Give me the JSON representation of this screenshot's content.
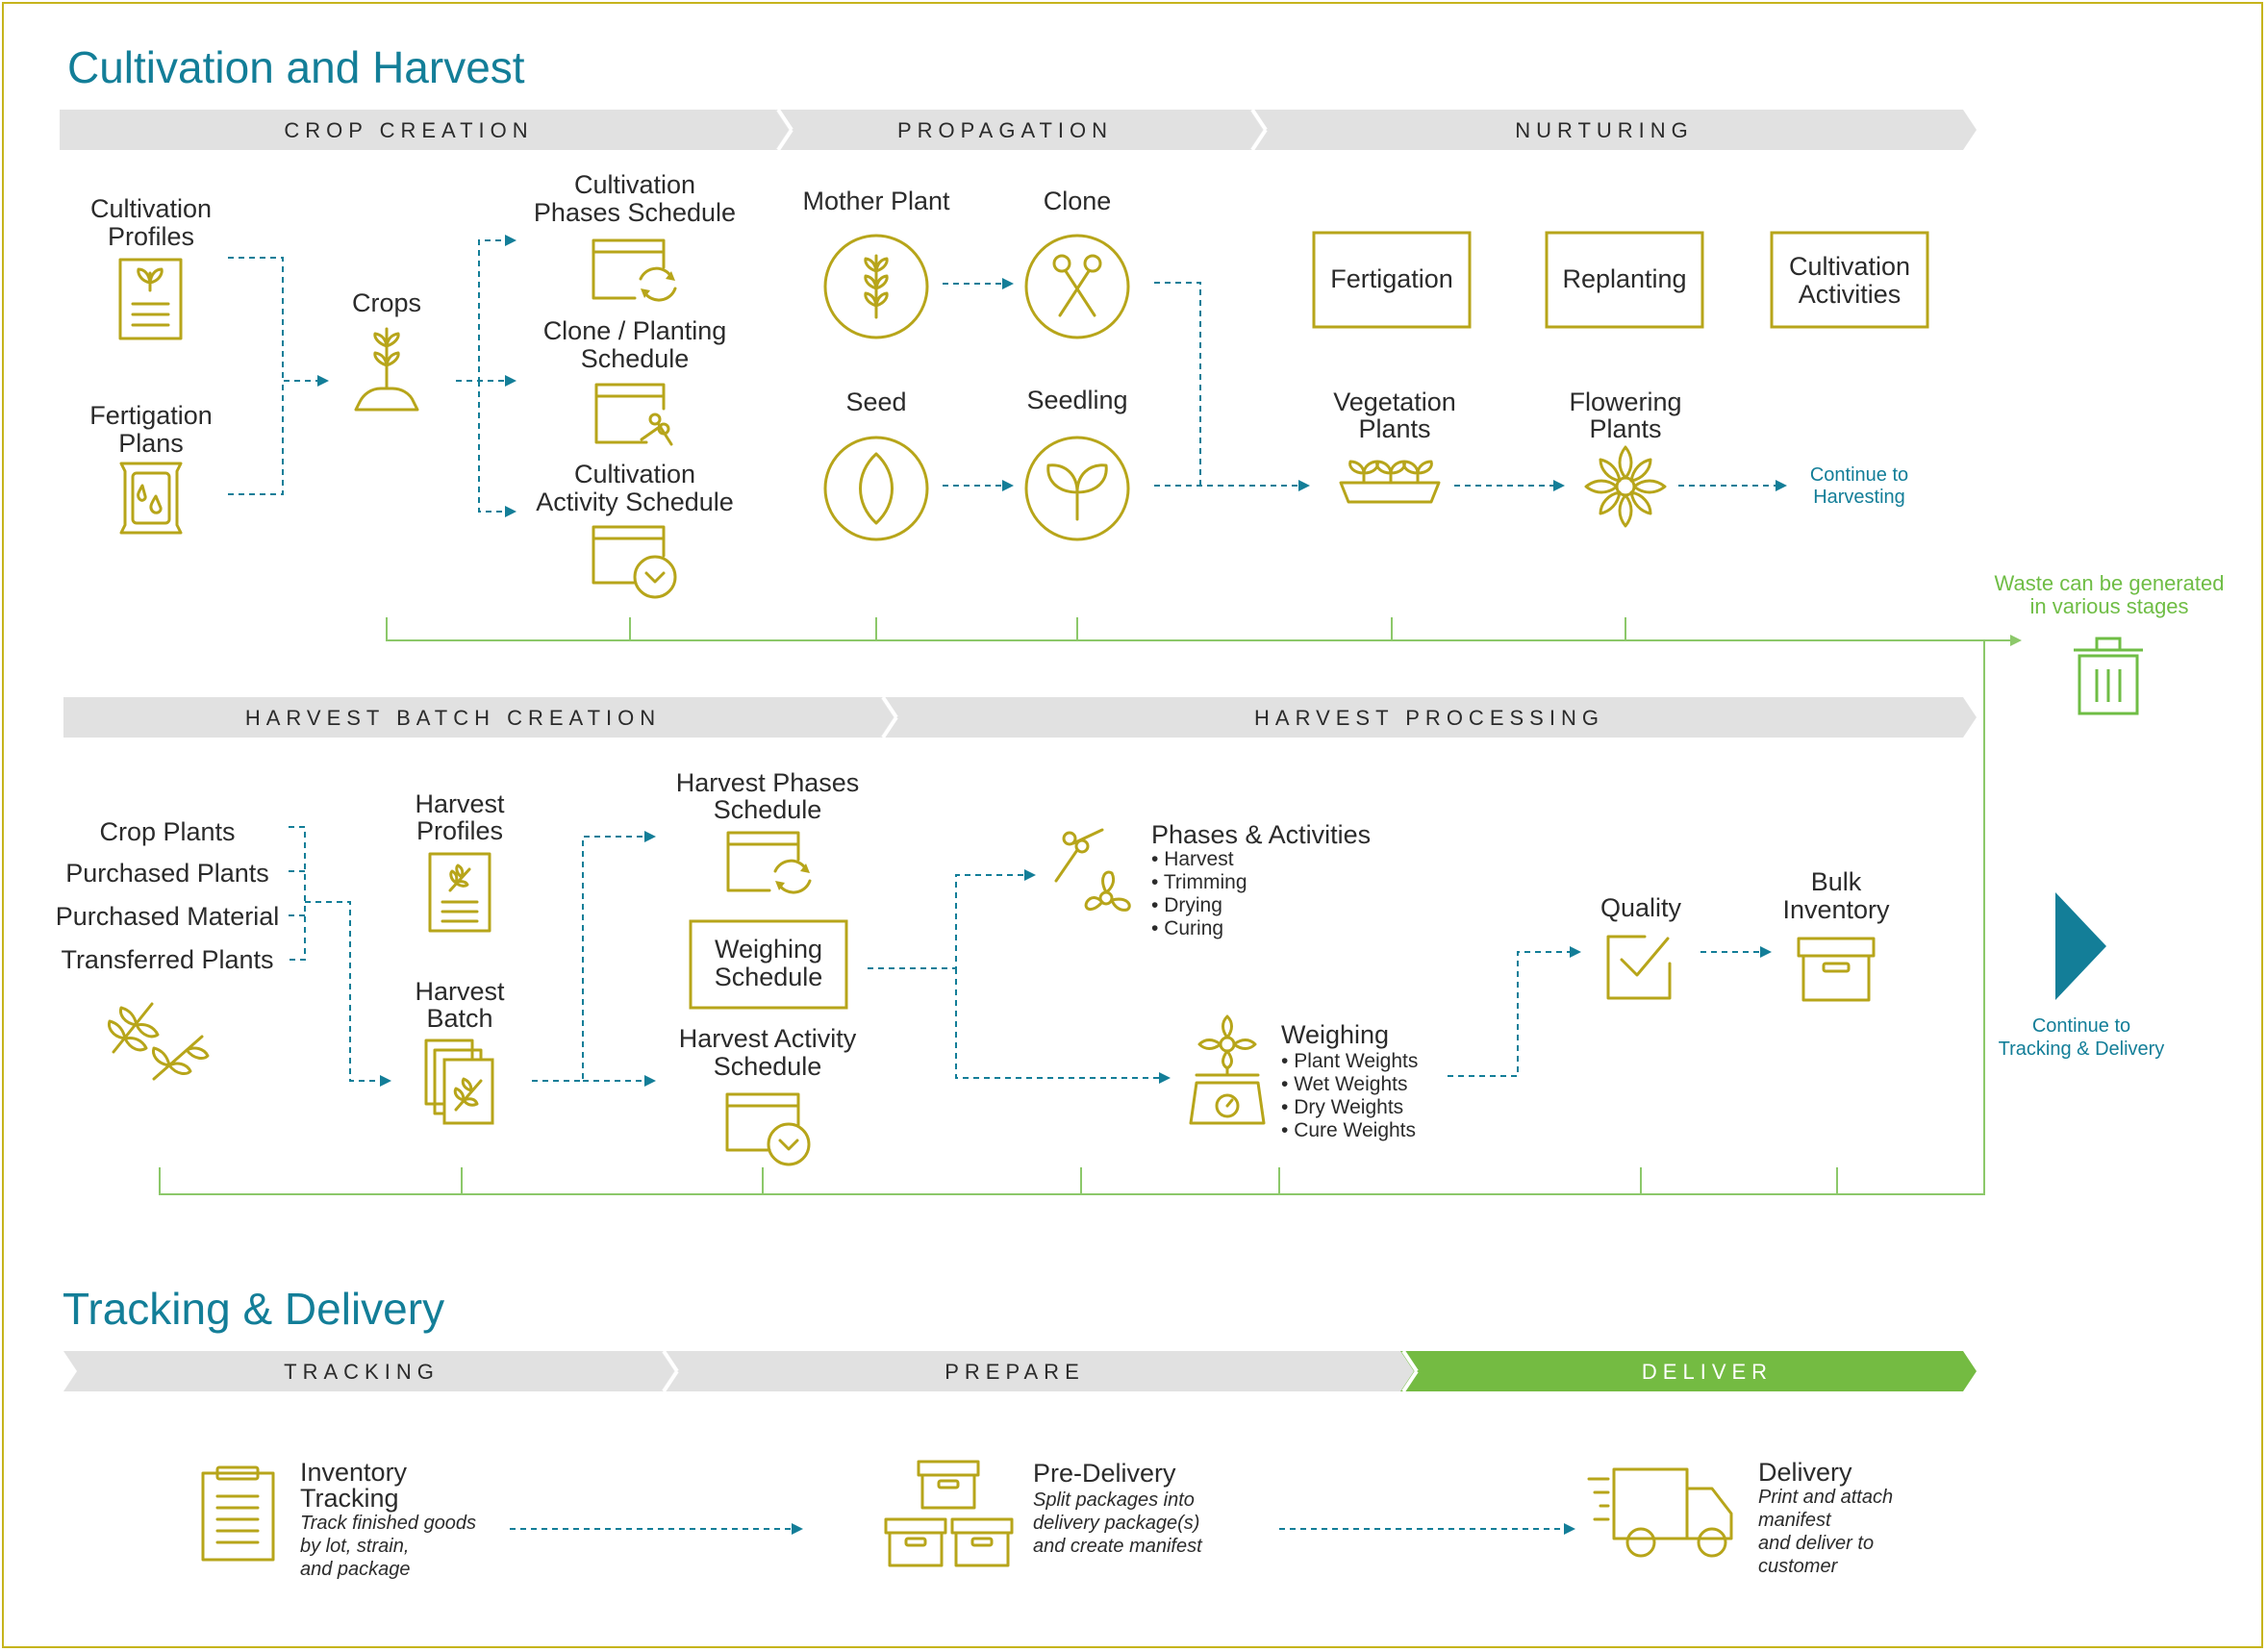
{
  "colors": {
    "accent": "#137e98",
    "icon": "#b7a51a",
    "band": "#e1e1e1",
    "deliver": "#74bb42",
    "waste": "#6fbd45",
    "frame": "#c6b41c"
  },
  "sections": {
    "cultivation": "Cultivation and Harvest",
    "tracking": "Tracking & Delivery"
  },
  "bands": {
    "crop_creation": "CROP CREATION",
    "propagation": "PROPAGATION",
    "nurturing": "NURTURING",
    "harvest_batch": "HARVEST BATCH CREATION",
    "harvest_processing": "HARVEST PROCESSING",
    "tracking": "TRACKING",
    "prepare": "PREPARE",
    "deliver": "DELIVER"
  },
  "crop": {
    "cultivation_profiles": [
      "Cultivation",
      "Profiles"
    ],
    "fertigation_plans": [
      "Fertigation",
      "Plans"
    ],
    "crops": "Crops",
    "phases_schedule": [
      "Cultivation",
      "Phases Schedule"
    ],
    "clone_schedule": [
      "Clone / Planting",
      "Schedule"
    ],
    "activity_schedule": [
      "Cultivation",
      "Activity Schedule"
    ]
  },
  "propagation": {
    "mother": "Mother Plant",
    "clone": "Clone",
    "seed": "Seed",
    "seedling": "Seedling"
  },
  "nurturing": {
    "fertigation": "Fertigation",
    "replanting": "Replanting",
    "activities": [
      "Cultivation",
      "Activities"
    ],
    "vegetation": [
      "Vegetation",
      "Plants"
    ],
    "flowering": [
      "Flowering",
      "Plants"
    ],
    "continue": [
      "Continue to",
      "Harvesting"
    ]
  },
  "waste": [
    "Waste can be generated",
    "in various stages"
  ],
  "harvest": {
    "sources": [
      "Crop Plants",
      "Purchased Plants",
      "Purchased Material",
      "Transferred Plants"
    ],
    "profiles": [
      "Harvest",
      "Profiles"
    ],
    "batch": [
      "Harvest",
      "Batch"
    ],
    "phases_schedule": [
      "Harvest Phases",
      "Schedule"
    ],
    "weighing_schedule": [
      "Weighing",
      "Schedule"
    ],
    "activity_schedule": [
      "Harvest Activity",
      "Schedule"
    ],
    "phases_title": "Phases & Activities",
    "phases_items": [
      "Harvest",
      "Trimming",
      "Drying",
      "Curing"
    ],
    "weighing_title": "Weighing",
    "weighing_items": [
      "Plant Weights",
      "Wet Weights",
      "Dry Weights",
      "Cure Weights"
    ],
    "quality": "Quality",
    "bulk": [
      "Bulk",
      "Inventory"
    ],
    "continue": [
      "Continue to",
      "Tracking & Delivery"
    ]
  },
  "tracking": {
    "inventory_title": [
      "Inventory",
      "Tracking"
    ],
    "inventory_desc": [
      "Track finished goods",
      "by lot, strain,",
      "and package"
    ],
    "predelivery_title": "Pre-Delivery",
    "predelivery_desc": [
      "Split packages into",
      "delivery package(s)",
      "and create manifest"
    ],
    "delivery_title": "Delivery",
    "delivery_desc": [
      "Print and attach",
      "manifest",
      "and deliver to",
      "customer"
    ]
  },
  "icons": [
    "document-leaf-icon",
    "fertilizer-bag-icon",
    "sprout-icon",
    "calendar-cycle-icon",
    "calendar-scissors-icon",
    "calendar-clock-icon",
    "wheat-icon",
    "scissors-icon",
    "seed-icon",
    "seedling-icon",
    "planter-icon",
    "flower-icon",
    "trash-icon",
    "leaves-icon",
    "documents-leaf-icon",
    "scissors-fan-icon",
    "scale-icon",
    "checkbox-icon",
    "box-icon",
    "clipboard-icon",
    "boxes-icon",
    "truck-icon",
    "play-arrow-icon"
  ]
}
